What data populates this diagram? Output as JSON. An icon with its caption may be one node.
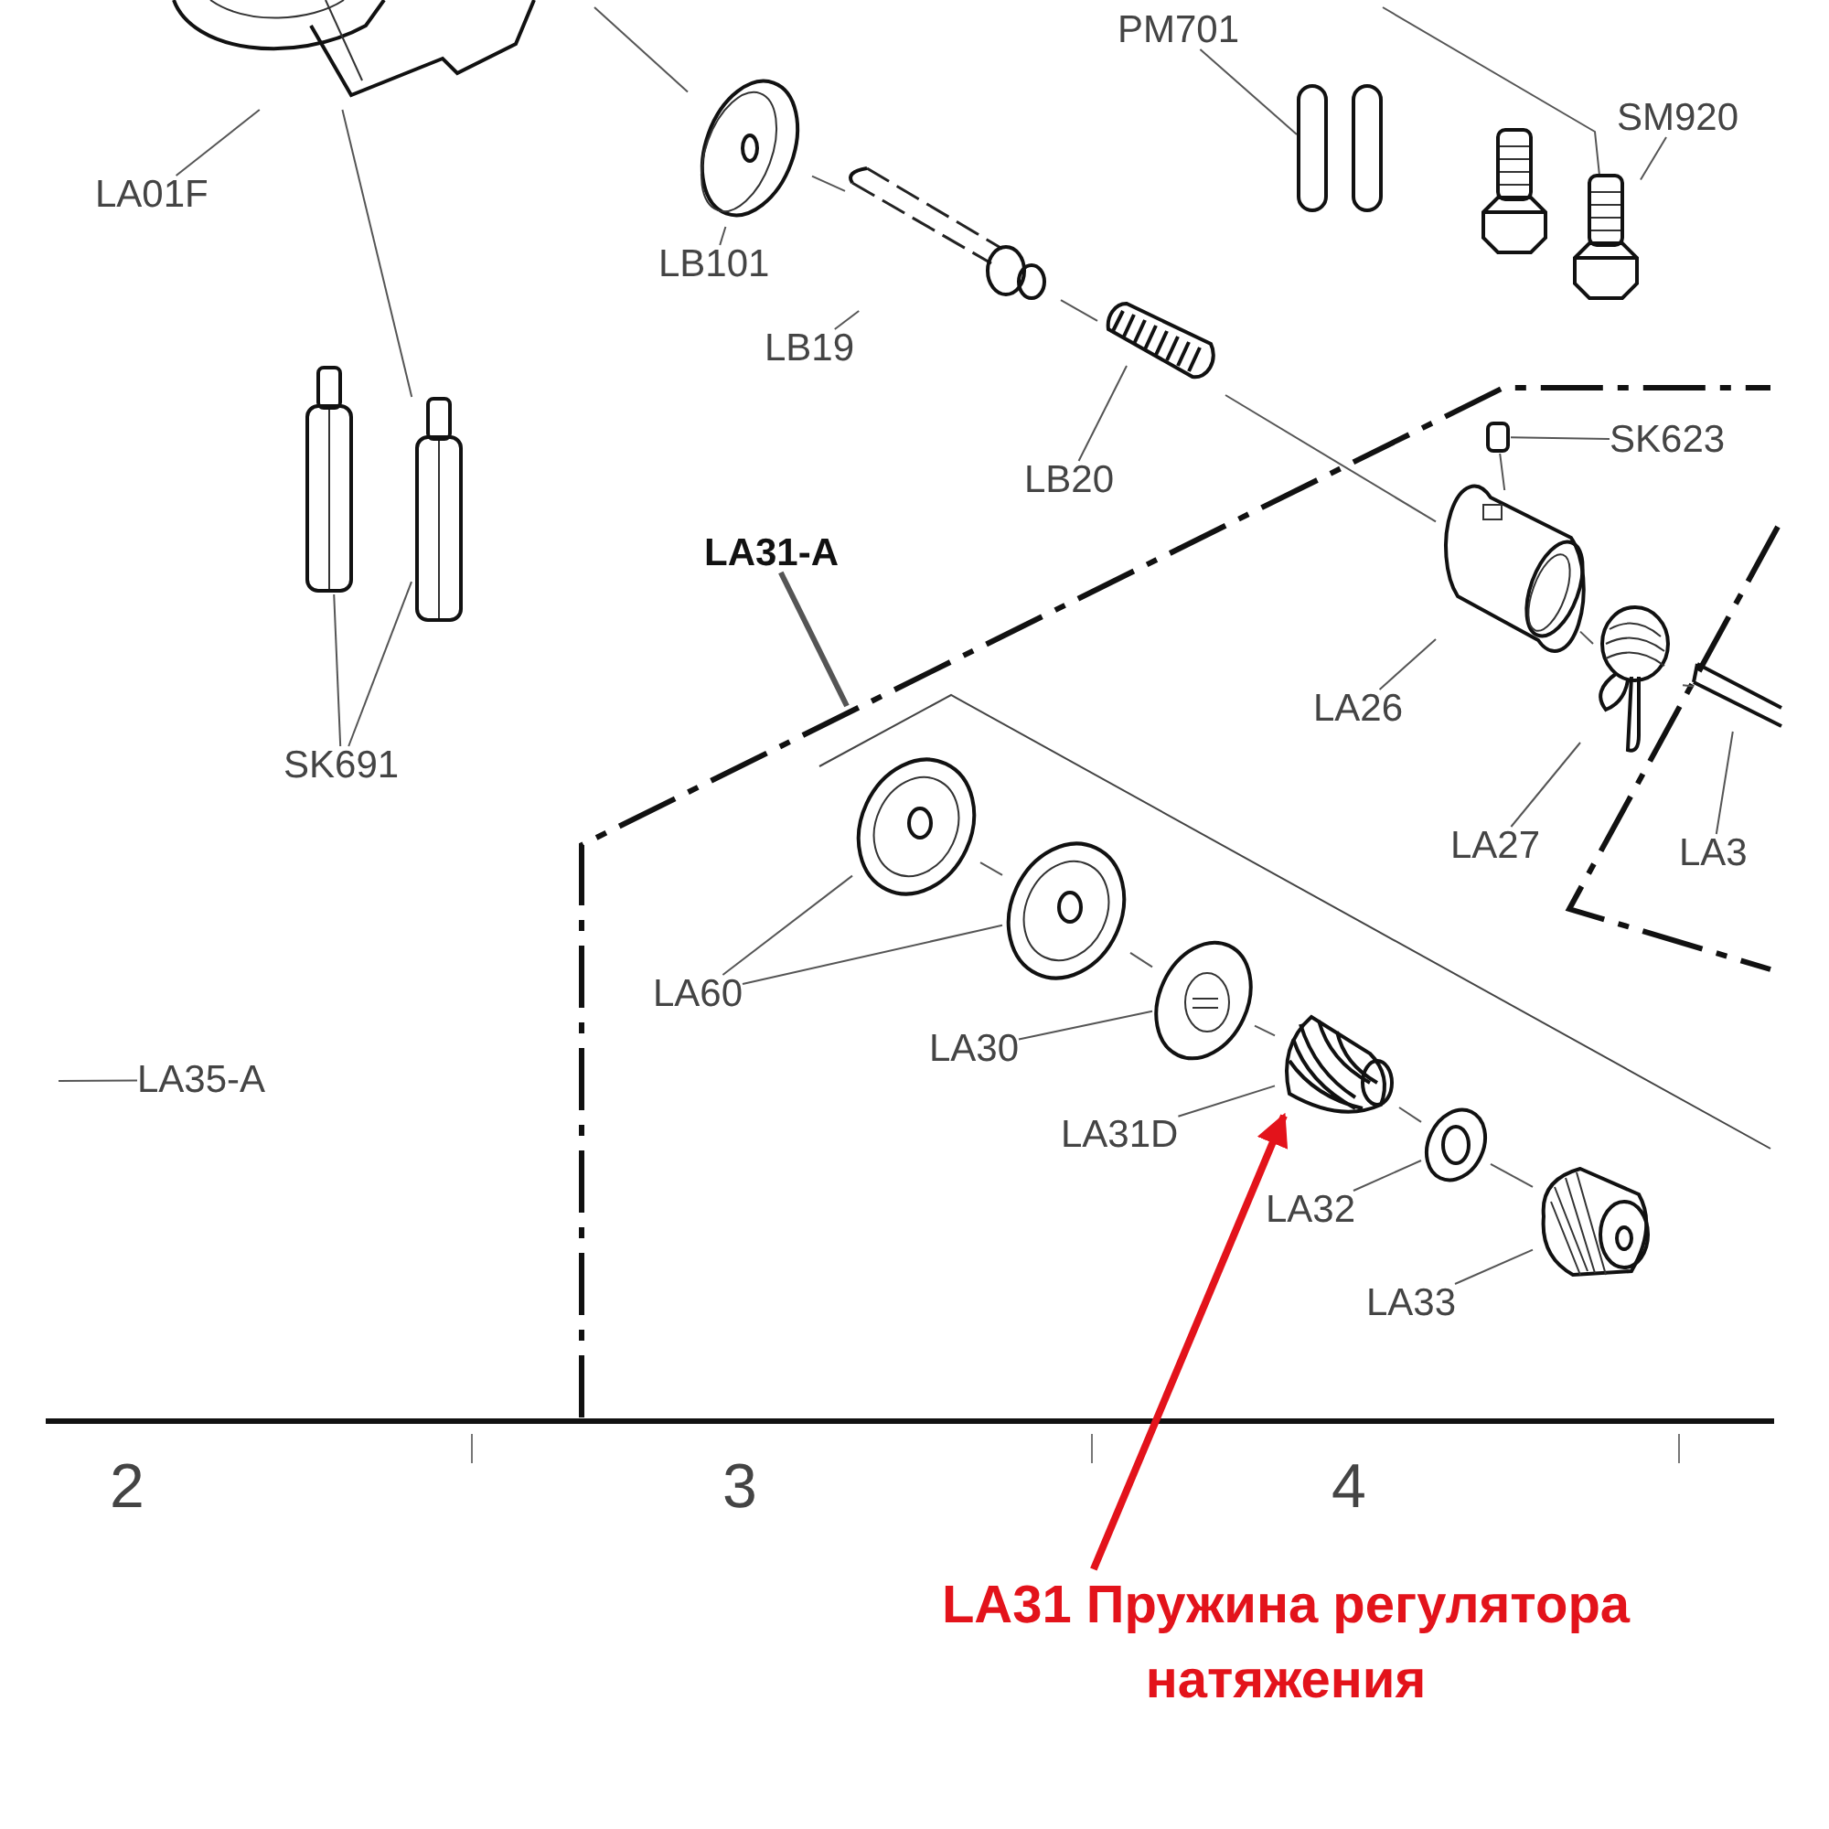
{
  "diagram": {
    "nodes": [
      {
        "text": [
          "LA01F"
        ]
      },
      {
        "text": [],
        "shape": "picture"
      },
      {
        "text": [
          "LB101"
        ]
      },
      {
        "text": [],
        "shape": "picture"
      },
      {
        "text": [
          "LB19"
        ]
      },
      {
        "text": [],
        "shape": "picture"
      },
      {
        "text": [
          "LB20"
        ]
      },
      {
        "text": [],
        "shape": "picture"
      },
      {
        "text": [
          "PM701"
        ]
      },
      {
        "text": [],
        "shape": "bar"
      },
      {
        "text": [],
        "shape": "bar"
      },
      {
        "text": [
          "SM920"
        ]
      },
      {
        "text": [],
        "shape": "picture"
      },
      {
        "text": [
          "SK623"
        ]
      },
      {
        "text": [],
        "shape": "box"
      },
      {
        "text": [
          "LA26"
        ]
      },
      {
        "text": [],
        "shape": "picture"
      },
      {
        "text": [
          "LA27"
        ]
      },
      {
        "text": [],
        "shape": "picture"
      },
      {
        "text": [
          "LA3"
        ]
      },
      {
        "text": [],
        "shape": "picture"
      },
      {
        "text": [
          "SK691"
        ]
      },
      {
        "text": [],
        "shape": "picture"
      },
      {
        "text": [],
        "shape": "picture"
      },
      {
        "text": [
          "LA31-A"
        ]
      },
      {
        "text": [
          "LA60"
        ]
      },
      {
        "text": [],
        "shape": "picture"
      },
      {
        "text": [],
        "shape": "picture"
      },
      {
        "text": [
          "LA30"
        ]
      },
      {
        "text": [],
        "shape": "picture"
      },
      {
        "text": [
          "LA31D"
        ]
      },
      {
        "text": [],
        "shape": "picture"
      },
      {
        "text": [
          "LA32"
        ]
      },
      {
        "text": [],
        "shape": "picture"
      },
      {
        "text": [
          "LA33"
        ]
      },
      {
        "text": [],
        "shape": "picture"
      },
      {
        "text": [
          "LA35-A"
        ]
      },
      {
        "text": [
          "LA31 Пружина регулятора натяжения"
        ]
      }
    ],
    "edges": [
      {
        "from": 0,
        "to": 1,
        "arrow": "none"
      },
      {
        "from": 2,
        "to": 3,
        "arrow": "none"
      },
      {
        "from": 4,
        "to": 5,
        "arrow": "none"
      },
      {
        "from": 6,
        "to": 7,
        "arrow": "none"
      },
      {
        "from": 8,
        "to": 9,
        "arrow": "none"
      },
      {
        "from": 11,
        "to": 12,
        "arrow": "none"
      },
      {
        "from": 13,
        "to": 14,
        "arrow": "none"
      },
      {
        "from": 15,
        "to": 16,
        "arrow": "none"
      },
      {
        "from": 17,
        "to": 18,
        "arrow": "none"
      },
      {
        "from": 19,
        "to": 20,
        "arrow": "none"
      },
      {
        "from": 21,
        "to": 22,
        "arrow": "none"
      },
      {
        "from": 21,
        "to": 23,
        "arrow": "none"
      },
      {
        "from": 25,
        "to": 26,
        "arrow": "none"
      },
      {
        "from": 25,
        "to": 27,
        "arrow": "none"
      },
      {
        "from": 28,
        "to": 29,
        "arrow": "none"
      },
      {
        "from": 30,
        "to": 31,
        "arrow": "none"
      },
      {
        "from": 32,
        "to": 33,
        "arrow": "none"
      },
      {
        "from": 34,
        "to": 35,
        "arrow": "none"
      },
      {
        "from": 36,
        "to": null,
        "arrow": "none"
      },
      {
        "from": 24,
        "to": null,
        "arrow": "none",
        "style": "thick"
      },
      {
        "from": 37,
        "to": 31,
        "arrow": "to",
        "style": "thick",
        "color": "#e3131b"
      },
      {
        "from": 1,
        "to": 23,
        "arrow": "none"
      },
      {
        "from": null,
        "to": 3,
        "arrow": "none"
      },
      {
        "from": 3,
        "to": 5,
        "arrow": "none"
      },
      {
        "from": 5,
        "to": 7,
        "arrow": "none"
      },
      {
        "from": 7,
        "to": 16,
        "arrow": "none"
      },
      {
        "from": 14,
        "to": 16,
        "arrow": "none"
      },
      {
        "from": 16,
        "to": 18,
        "arrow": "none"
      },
      {
        "from": 18,
        "to": 20,
        "arrow": "none"
      },
      {
        "from": null,
        "to": 12,
        "arrow": "none"
      },
      {
        "from": 26,
        "to": 27,
        "arrow": "none"
      },
      {
        "from": 27,
        "to": 29,
        "arrow": "none"
      },
      {
        "from": 29,
        "to": 31,
        "arrow": "none"
      },
      {
        "from": 31,
        "to": 33,
        "arrow": "none"
      },
      {
        "from": 33,
        "to": 35,
        "arrow": "none"
      }
    ],
    "labels": [
      "2",
      "3",
      "4"
    ]
  }
}
